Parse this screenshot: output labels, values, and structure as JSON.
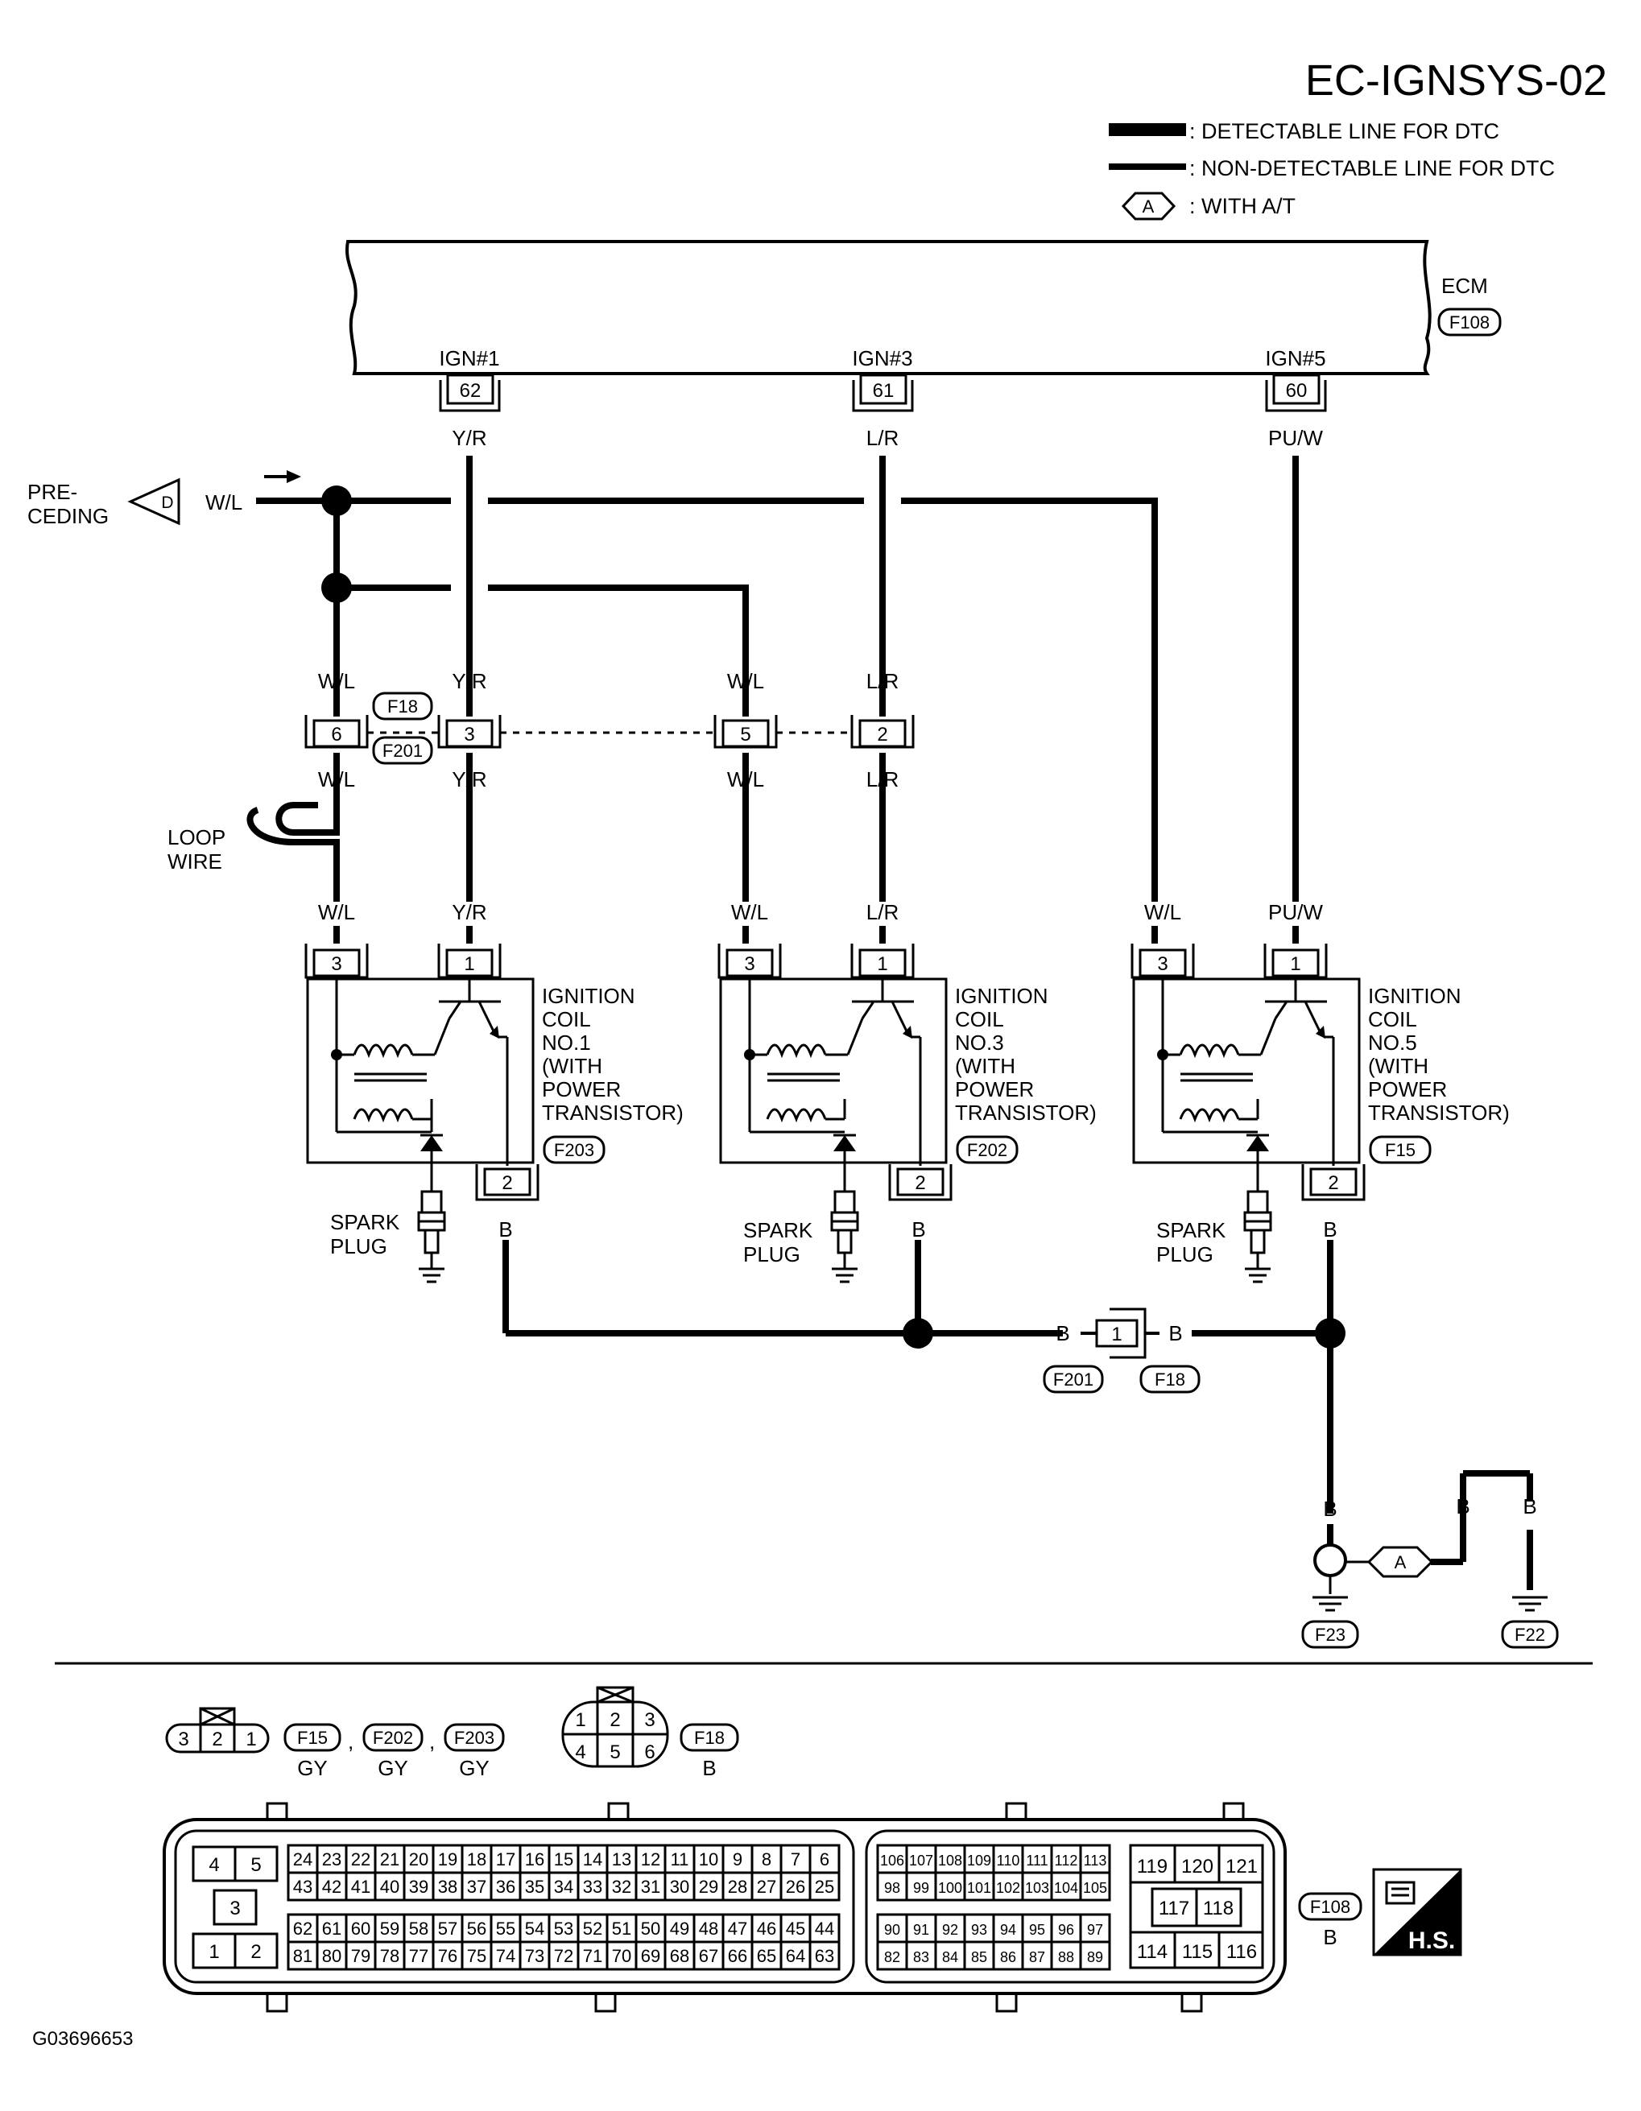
{
  "header": {
    "code": "EC-IGNSYS-02",
    "legend": [
      {
        "symbol": "thick-line",
        "text": ": DETECTABLE LINE FOR DTC"
      },
      {
        "symbol": "thin-line",
        "text": ": NON-DETECTABLE LINE FOR DTC"
      },
      {
        "symbol": "A",
        "text": ": WITH A/T"
      }
    ]
  },
  "ecm": {
    "name": "ECM",
    "connector": "F108",
    "outputs": [
      {
        "signal": "IGN#1",
        "pin": "62",
        "wire": "Y/R"
      },
      {
        "signal": "IGN#3",
        "pin": "61",
        "wire": "L/R"
      },
      {
        "signal": "IGN#5",
        "pin": "60",
        "wire": "PU/W"
      }
    ]
  },
  "preceding": {
    "label_1": "PRE-",
    "label_2": "CEDING",
    "marker": "D",
    "wire": "W/L"
  },
  "junction": {
    "connector_top": "F18",
    "connector_bottom": "F201",
    "pins": [
      {
        "pin": "6",
        "wire_top": "W/L",
        "wire_bottom": "W/L"
      },
      {
        "pin": "3",
        "wire_top": "Y/R",
        "wire_bottom": "Y/R"
      },
      {
        "pin": "5",
        "wire_top": "W/L",
        "wire_bottom": "W/L"
      },
      {
        "pin": "2",
        "wire_top": "L/R",
        "wire_bottom": "L/R"
      }
    ]
  },
  "loop_wire": {
    "line_1": "LOOP",
    "line_2": "WIRE"
  },
  "coils": [
    {
      "pin_3": "3",
      "pin_1": "1",
      "pin_2": "2",
      "wire_3": "W/L",
      "wire_1": "Y/R",
      "wire_2": "B",
      "name": [
        "IGNITION",
        "COIL",
        "NO.1",
        "(WITH",
        "POWER",
        "TRANSISTOR)"
      ],
      "connector": "F203",
      "spark": [
        "SPARK",
        "PLUG"
      ]
    },
    {
      "pin_3": "3",
      "pin_1": "1",
      "pin_2": "2",
      "wire_3": "W/L",
      "wire_1": "L/R",
      "wire_2": "B",
      "name": [
        "IGNITION",
        "COIL",
        "NO.3",
        "(WITH",
        "POWER",
        "TRANSISTOR)"
      ],
      "connector": "F202",
      "spark": [
        "SPARK",
        "PLUG"
      ]
    },
    {
      "pin_3": "3",
      "pin_1": "1",
      "pin_2": "2",
      "wire_3": "W/L",
      "wire_1": "PU/W",
      "wire_2": "B",
      "name": [
        "IGNITION",
        "COIL",
        "NO.5",
        "(WITH",
        "POWER",
        "TRANSISTOR)"
      ],
      "connector": "F15",
      "spark": [
        "SPARK",
        "PLUG"
      ]
    }
  ],
  "ground": {
    "joint_pin": "1",
    "joint_wire_left": "B",
    "joint_wire_right": "B",
    "joint_conn_left": "F201",
    "joint_conn_right": "F18",
    "wire_down": "B",
    "wire_at_1": "B",
    "wire_at_2": "B",
    "marker": "A",
    "ground_1": "F23",
    "ground_2": "F22"
  },
  "connectors": {
    "coil_face": [
      "3",
      "2",
      "1"
    ],
    "coil_ids": [
      {
        "id": "F15",
        "color": "GY"
      },
      {
        "id": "F202",
        "color": "GY"
      },
      {
        "id": "F203",
        "color": "GY"
      }
    ],
    "sep": ",",
    "joint_face_top": [
      "1",
      "2",
      "3"
    ],
    "joint_face_bottom": [
      "4",
      "5",
      "6"
    ],
    "joint_id": "F18",
    "joint_color": "B",
    "ecm_left_pins": [
      "4",
      "5",
      "3",
      "1",
      "2"
    ],
    "ecm_row_1": [
      "24",
      "23",
      "22",
      "21",
      "20",
      "19",
      "18",
      "17",
      "16",
      "15",
      "14",
      "13",
      "12",
      "11",
      "10",
      "9",
      "8",
      "7",
      "6"
    ],
    "ecm_row_2": [
      "43",
      "42",
      "41",
      "40",
      "39",
      "38",
      "37",
      "36",
      "35",
      "34",
      "33",
      "32",
      "31",
      "30",
      "29",
      "28",
      "27",
      "26",
      "25"
    ],
    "ecm_row_3": [
      "62",
      "61",
      "60",
      "59",
      "58",
      "57",
      "56",
      "55",
      "54",
      "53",
      "52",
      "51",
      "50",
      "49",
      "48",
      "47",
      "46",
      "45",
      "44"
    ],
    "ecm_row_4": [
      "81",
      "80",
      "79",
      "78",
      "77",
      "76",
      "75",
      "74",
      "73",
      "72",
      "71",
      "70",
      "69",
      "68",
      "67",
      "66",
      "65",
      "64",
      "63"
    ],
    "ecm_right_row_1": [
      "106",
      "107",
      "108",
      "109",
      "110",
      "111",
      "112",
      "113"
    ],
    "ecm_right_row_2": [
      "98",
      "99",
      "100",
      "101",
      "102",
      "103",
      "104",
      "105"
    ],
    "ecm_right_row_3": [
      "90",
      "91",
      "92",
      "93",
      "94",
      "95",
      "96",
      "97"
    ],
    "ecm_right_row_4": [
      "82",
      "83",
      "84",
      "85",
      "86",
      "87",
      "88",
      "89"
    ],
    "ecm_far_top": [
      "119",
      "120",
      "121"
    ],
    "ecm_far_mid": [
      "117",
      "118"
    ],
    "ecm_far_bottom": [
      "114",
      "115",
      "116"
    ],
    "ecm_id": "F108",
    "ecm_color": "B",
    "hs_label": "H.S."
  },
  "figure_id": "G03696653"
}
